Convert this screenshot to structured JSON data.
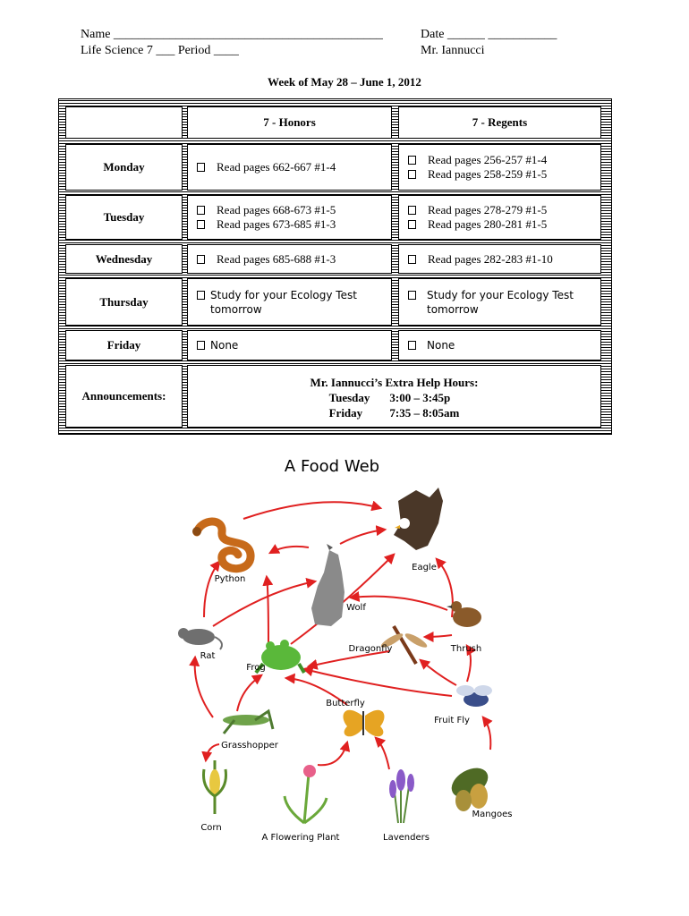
{
  "header": {
    "name_label": "Name ___________________________________________",
    "class_label": "Life Science 7 ___ Period ____",
    "date_label": "Date ______ ___________",
    "teacher": "Mr. Iannucci"
  },
  "week": "Week of May 28 – June 1, 2012",
  "schedule": {
    "columns": [
      "7 - Honors",
      "7 - Regents"
    ],
    "days": [
      {
        "day": "Monday",
        "honors": [
          "Read pages 662-667 #1-4"
        ],
        "regents": [
          "Read pages 256-257 #1-4",
          "Read pages 258-259 #1-5"
        ]
      },
      {
        "day": "Tuesday",
        "honors": [
          "Read pages 668-673 #1-5",
          "Read pages 673-685 #1-3"
        ],
        "regents": [
          "Read pages 278-279 #1-5",
          "Read pages 280-281 #1-5"
        ]
      },
      {
        "day": "Wednesday",
        "honors": [
          "Read pages 685-688 #1-3"
        ],
        "regents": [
          "Read pages 282-283 #1-10"
        ]
      },
      {
        "day": "Thursday",
        "honors": [
          "Study for your Ecology Test",
          "tomorrow"
        ],
        "regents": [
          "Study for your Ecology Test",
          "tomorrow"
        ]
      },
      {
        "day": "Friday",
        "honors": [
          "None"
        ],
        "regents": [
          "None"
        ]
      }
    ],
    "announcements_label": "Announcements:",
    "announcement": {
      "title": "Mr. Iannucci’s Extra Help Hours:",
      "rows": [
        {
          "day": "Tuesday",
          "time": "3:00 – 3:45p"
        },
        {
          "day": "Friday",
          "time": "7:35 – 8:05am"
        }
      ]
    }
  },
  "food_web": {
    "title": "A Food Web",
    "labels": [
      "Eagle",
      "Python",
      "Wolf",
      "Rat",
      "Frog",
      "Dragonfly",
      "Thrush",
      "Butterfly",
      "Fruit Fly",
      "Grasshopper",
      "Corn",
      "A Flowering Plant",
      "Lavenders",
      "Mangoes"
    ],
    "arrow_color": "#e02020"
  }
}
